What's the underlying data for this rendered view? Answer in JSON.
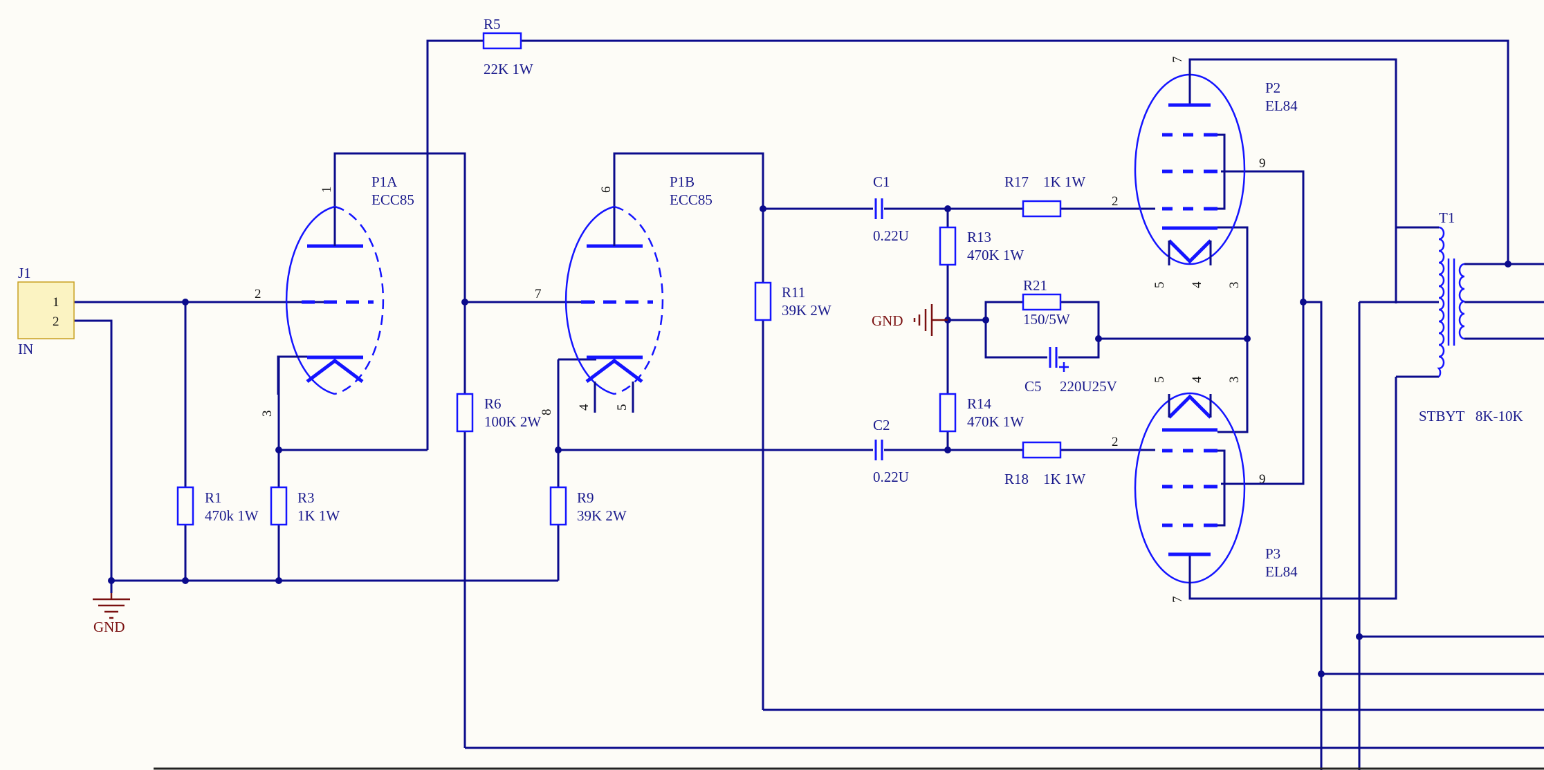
{
  "components": {
    "j1": {
      "ref": "J1",
      "pin1": "1",
      "pin2": "2",
      "label": "IN"
    },
    "r5": {
      "ref": "R5",
      "value": "22K 1W"
    },
    "r1": {
      "ref": "R1",
      "value": "470k 1W"
    },
    "r3": {
      "ref": "R3",
      "value": "1K 1W"
    },
    "r6": {
      "ref": "R6",
      "value": "100K 2W"
    },
    "r9": {
      "ref": "R9",
      "value": "39K 2W"
    },
    "r11": {
      "ref": "R11",
      "value": "39K 2W"
    },
    "r13": {
      "ref": "R13",
      "value": "470K 1W"
    },
    "r14": {
      "ref": "R14",
      "value": "470K 1W"
    },
    "r17": {
      "ref": "R17",
      "value": "1K 1W"
    },
    "r18": {
      "ref": "R18",
      "value": "1K 1W"
    },
    "r21": {
      "ref": "R21",
      "value": "150/5W"
    },
    "c1": {
      "ref": "C1",
      "value": "0.22U"
    },
    "c2": {
      "ref": "C2",
      "value": "0.22U"
    },
    "c5": {
      "ref": "C5",
      "value": "220U25V"
    },
    "p1a": {
      "ref": "P1A",
      "value": "ECC85"
    },
    "p1b": {
      "ref": "P1B",
      "value": "ECC85"
    },
    "p2": {
      "ref": "P2",
      "value": "EL84"
    },
    "p3": {
      "ref": "P3",
      "value": "EL84"
    },
    "t1": {
      "ref": "T1",
      "value": "STBYT   8K-10K"
    }
  },
  "gnd": {
    "left": "GND",
    "mid": "GND"
  },
  "pins": {
    "p1a": {
      "plate": "1",
      "grid": "2",
      "cathode": "3"
    },
    "p1b": {
      "plate": "6",
      "grid": "7",
      "cathode": "8",
      "heater_a": "4",
      "heater_b": "5"
    },
    "p2": {
      "plate": "7",
      "screen": "9",
      "grid": "2",
      "heater_a": "5",
      "heater_b": "4",
      "cathode": "3"
    },
    "p3": {
      "plate": "7",
      "screen": "9",
      "grid": "2",
      "heater_a": "5",
      "heater_b": "4",
      "cathode": "3"
    }
  },
  "colors": {
    "wire": "#0b0b8c",
    "component": "#1414ff",
    "ground": "#7a1010",
    "connector_fill": "#fbf3c2",
    "background": "#fdfcf7"
  }
}
